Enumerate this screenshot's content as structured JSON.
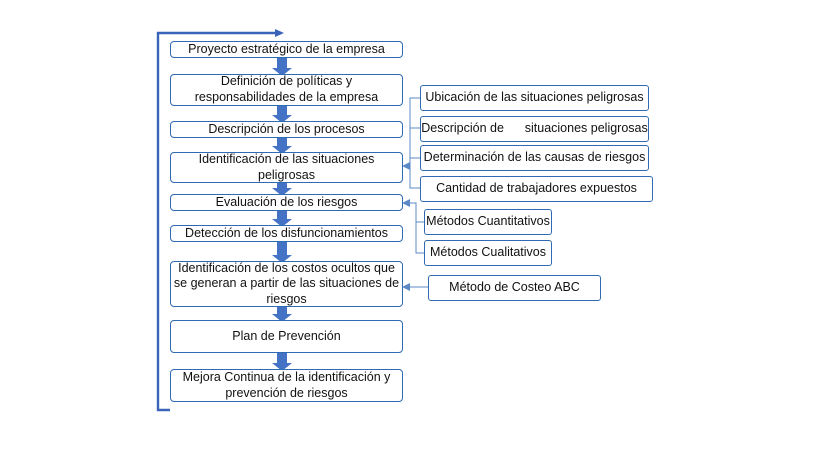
{
  "colors": {
    "arrow_fill": "#4472c4",
    "box_border": "#2f6bb3",
    "connector": "#5b88c6",
    "feedback_loop": "#3a64b8"
  },
  "steps": [
    "Proyecto estratégico de la empresa",
    "Definición de políticas y\nresponsabilidades de la empresa",
    "Descripción de los procesos",
    "Identificación de las situaciones\npeligrosas",
    "Evaluación de los riesgos",
    "Detección de los disfuncionamientos",
    "Identificación de los costos ocultos que\nse generan a partir de las situaciones de\nriesgos",
    "Plan de Prevención",
    "Mejora Continua de la identificación y\nprevención de riesgos"
  ],
  "hazard_identification_inputs": [
    "Ubicación de las situaciones peligrosas",
    "Descripción de      situaciones peligrosas",
    "Determinación de las causas de riesgos",
    "Cantidad de trabajadores expuestos"
  ],
  "risk_evaluation_methods": [
    "Métodos Cuantitativos",
    "Métodos Cualitativos"
  ],
  "hidden_cost_method": "Método de Costeo ABC"
}
